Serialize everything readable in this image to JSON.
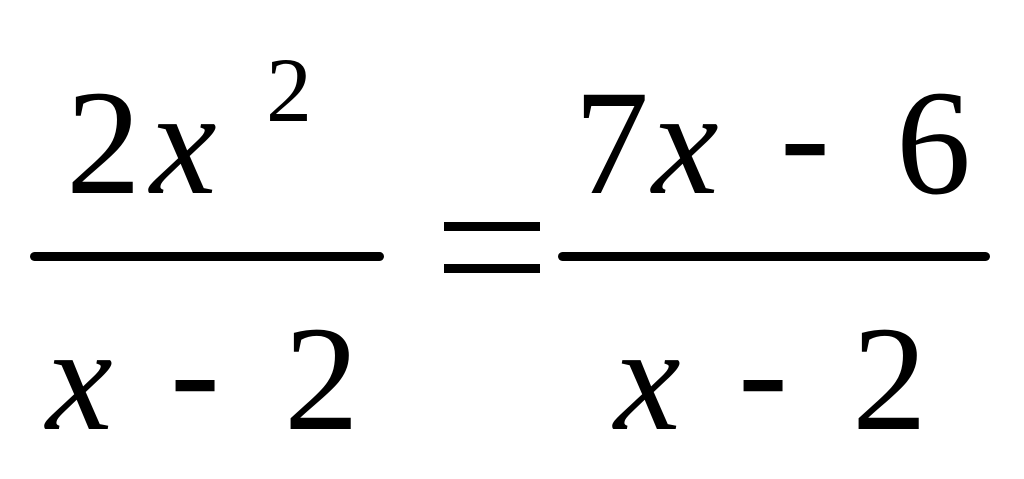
{
  "equation": {
    "left": {
      "numerator": {
        "coefficient": "2",
        "variable": "x",
        "exponent": "2"
      },
      "denominator": {
        "variable": "x",
        "operator": "-",
        "constant": "2"
      }
    },
    "relation": "=",
    "right": {
      "numerator": {
        "coefficient": "7",
        "variable": "x",
        "operator": "-",
        "constant": "6"
      },
      "denominator": {
        "variable": "x",
        "operator": "-",
        "constant": "2"
      }
    }
  }
}
